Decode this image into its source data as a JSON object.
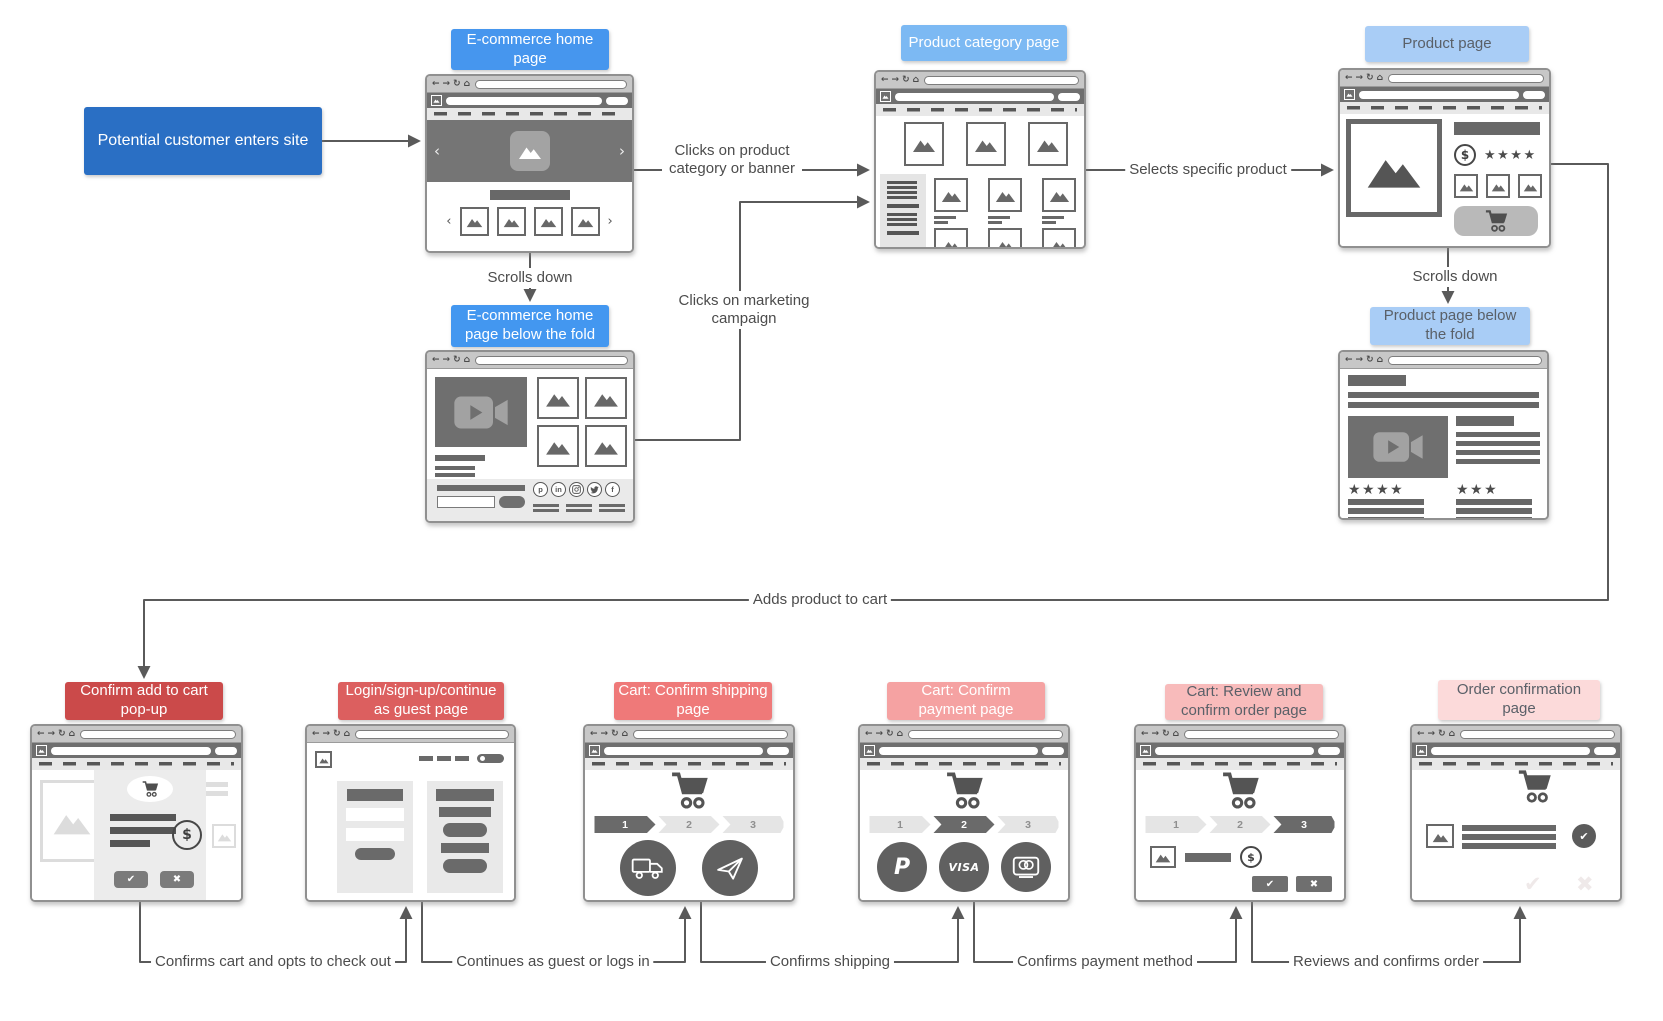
{
  "nodes": {
    "start": {
      "label": "Potential customer enters site"
    },
    "home": {
      "label": "E-commerce home page"
    },
    "home_below": {
      "label": "E-commerce home page below the fold"
    },
    "category": {
      "label": "Product category page"
    },
    "product": {
      "label": "Product page"
    },
    "product_below": {
      "label": "Product page below the fold"
    },
    "cart_popup": {
      "label": "Confirm add to cart pop-up"
    },
    "login": {
      "label": "Login/sign-up/continue as guest page"
    },
    "shipping": {
      "label": "Cart: Confirm shipping page"
    },
    "payment": {
      "label": "Cart: Confirm payment page"
    },
    "review": {
      "label": "Cart: Review and confirm order page"
    },
    "confirmation": {
      "label": "Order confirmation page"
    }
  },
  "edges": {
    "scrolls_down_home": "Scrolls down",
    "clicks_category": "Clicks on product category or banner",
    "clicks_marketing": "Clicks on marketing campaign",
    "selects_product": "Selects specific product",
    "scrolls_down_product": "Scrolls down",
    "adds_to_cart": "Adds product to cart",
    "confirms_cart": "Confirms cart and opts to check out",
    "continues_guest": "Continues as guest or logs in",
    "confirms_shipping": "Confirms shipping",
    "confirms_payment": "Confirms payment method",
    "reviews_order": "Reviews and confirms order"
  },
  "steps": [
    "1",
    "2",
    "3"
  ],
  "icons": {
    "back": "←",
    "forward": "→",
    "refresh": "↻",
    "home": "⌂",
    "prev": "‹",
    "next": "›",
    "check": "✔",
    "close": "✖",
    "dollar": "$",
    "stars4": "★★★★",
    "stars3": "★★★",
    "paypal": "P",
    "visa": "VISA",
    "pinterest": "p",
    "linkedin": "in",
    "facebook": "f"
  },
  "colors": {
    "start_bg": "#2a6fc4",
    "home_bg": "#4696ee",
    "home_below_bg": "#4397f0",
    "category_bg": "#7cb9f3",
    "product_bg": "#a9cdf6",
    "product_below_bg": "#a9cdf6",
    "cart_popup_bg": "#cb4a4a",
    "login_bg": "#dc5f5f",
    "shipping_bg": "#ef7979",
    "payment_bg": "#f5a2a2",
    "review_bg": "#f8bbbb",
    "confirmation_bg": "#fcdada",
    "connector": "#5a5a5a",
    "dark_label_text": "#5a6068"
  }
}
